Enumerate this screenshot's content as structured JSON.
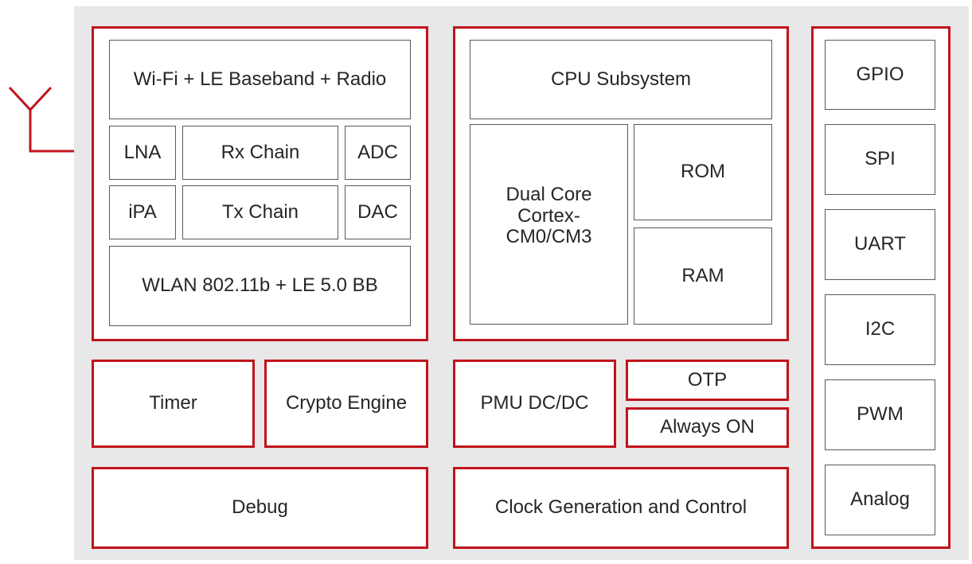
{
  "colors": {
    "accent": "#c0141c",
    "background": "#e8e8e8",
    "block_border": "#5a5a5a",
    "text": "#262626"
  },
  "antenna": {
    "icon": "antenna-icon"
  },
  "radio": {
    "baseband": "Wi-Fi + LE Baseband + Radio",
    "lna": "LNA",
    "rx_chain": "Rx Chain",
    "adc": "ADC",
    "ipa": "iPA",
    "tx_chain": "Tx Chain",
    "dac": "DAC",
    "wlan": "WLAN 802.11b + LE 5.0 BB"
  },
  "cpu": {
    "subsystem": "CPU Subsystem",
    "dual_core": "Dual Core Cortex-CM0/CM3",
    "rom": "ROM",
    "ram": "RAM"
  },
  "peripherals": {
    "timer": "Timer",
    "crypto": "Crypto Engine",
    "pmu": "PMU DC/DC",
    "otp": "OTP",
    "always_on": "Always ON",
    "debug": "Debug",
    "clock": "Clock Generation and Control"
  },
  "io": {
    "gpio": "GPIO",
    "spi": "SPI",
    "uart": "UART",
    "i2c": "I2C",
    "pwm": "PWM",
    "analog": "Analog"
  }
}
